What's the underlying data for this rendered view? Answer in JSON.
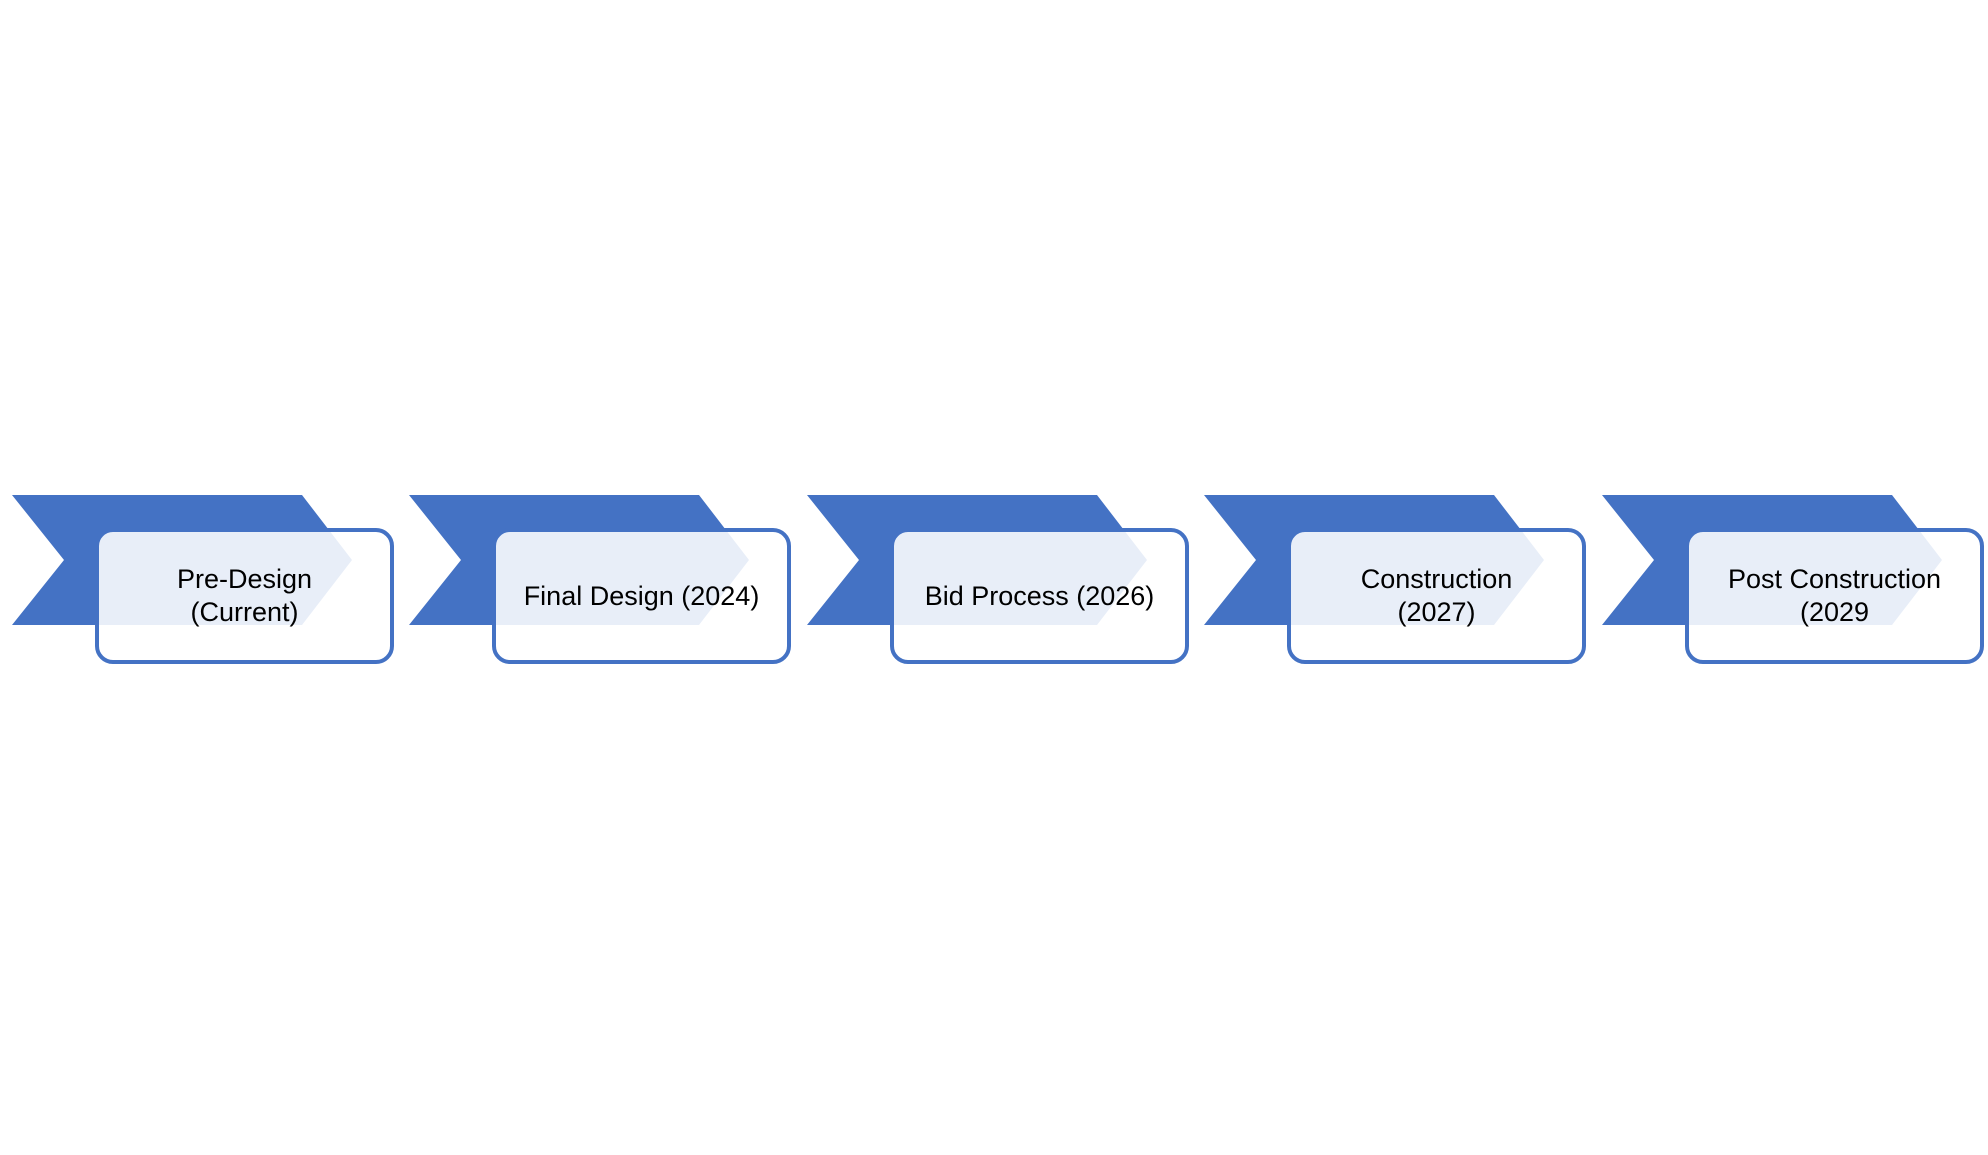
{
  "diagram": {
    "type": "process-flow",
    "background": "#ffffff",
    "stage_count": 5
  },
  "colors": {
    "chevron_blue": "#4472C4",
    "box_border": "#4472C4",
    "box_tint": "#E9EEF8",
    "text_color": "#000000"
  },
  "stages": [
    {
      "label": "Pre-Design (Current)",
      "line1": "Pre-Design",
      "line2": "(Current)"
    },
    {
      "label": "Final Design (2024)",
      "line1": "Final Design (2024)",
      "line2": ""
    },
    {
      "label": "Bid Process (2026)",
      "line1": "Bid Process (2026)",
      "line2": ""
    },
    {
      "label": "Construction (2027)",
      "line1": "Construction",
      "line2": "(2027)"
    },
    {
      "label": "Post Construction (2029",
      "line1": "Post Construction",
      "line2": "(2029"
    }
  ]
}
